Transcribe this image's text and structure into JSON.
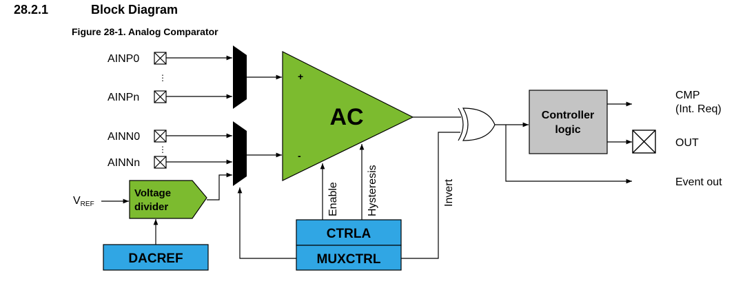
{
  "section": {
    "number": "28.2.1",
    "title": "Block Diagram"
  },
  "figure": {
    "caption": "Figure 28-1. Analog Comparator"
  },
  "inputs": {
    "positive": [
      "AINP0",
      "AINPn"
    ],
    "negative": [
      "AINN0",
      "AINNn"
    ],
    "ellipsis": "⋮",
    "vref_main": "V",
    "vref_sub": "REF"
  },
  "blocks": {
    "comparator": "AC",
    "plus": "+",
    "minus": "-",
    "voltage_divider_line1": "Voltage",
    "voltage_divider_line2": "divider",
    "dacref": "DACREF",
    "ctrla": "CTRLA",
    "muxctrl": "MUXCTRL",
    "controller_line1": "Controller",
    "controller_line2": "logic"
  },
  "signals": {
    "enable": "Enable",
    "hysteresis": "Hysteresis",
    "invert": "Invert"
  },
  "outputs": {
    "cmp_line1": "CMP",
    "cmp_line2": "(Int. Req)",
    "out": "OUT",
    "event_out": "Event out"
  },
  "colors": {
    "green": "#7cbb2f",
    "blue": "#30a6e4",
    "gray": "#c4c4c4",
    "black": "#000000"
  }
}
